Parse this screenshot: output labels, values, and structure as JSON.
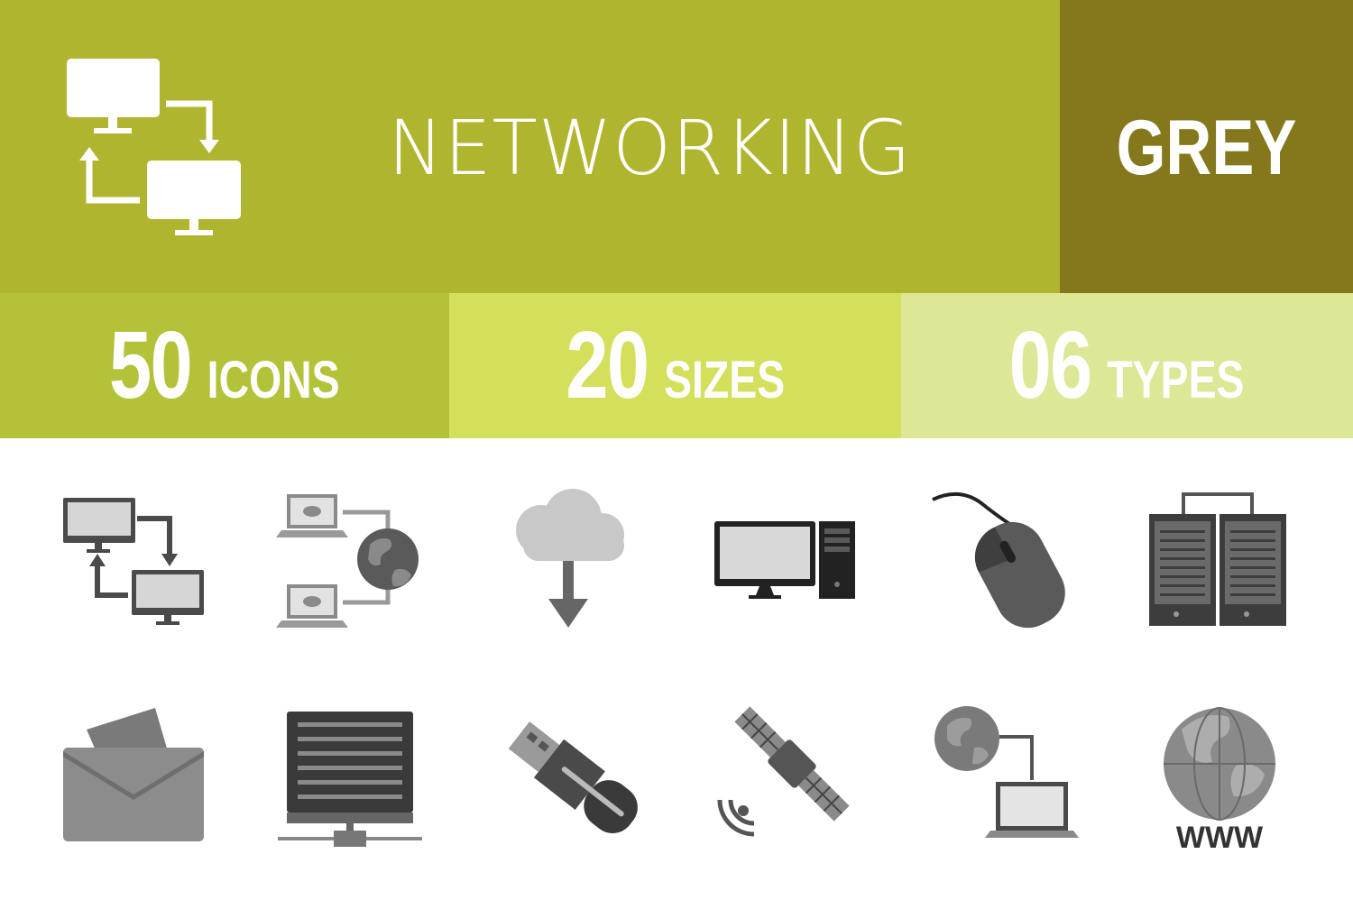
{
  "header": {
    "title": "NETWORKING",
    "variant": "GREY",
    "logo_icon": "network-transfer-icon",
    "colors": {
      "main": "#b0b52f",
      "side": "#85781c"
    }
  },
  "stats": [
    {
      "number": "50",
      "label": "ICONS",
      "color": "#b4c23a"
    },
    {
      "number": "20",
      "label": "SIZES",
      "color": "#d4e05b"
    },
    {
      "number": "06",
      "label": "TYPES",
      "color": "#dde796"
    }
  ],
  "icons": {
    "row1": [
      "network-transfer-icon",
      "laptops-globe-icon",
      "cloud-download-icon",
      "desktop-computer-icon",
      "computer-mouse-icon",
      "server-racks-icon"
    ],
    "row2": [
      "email-envelope-icon",
      "server-rack-icon",
      "usb-drive-icon",
      "satellite-icon",
      "globe-laptop-icon",
      "www-globe-icon"
    ],
    "www_label": "WWW"
  }
}
